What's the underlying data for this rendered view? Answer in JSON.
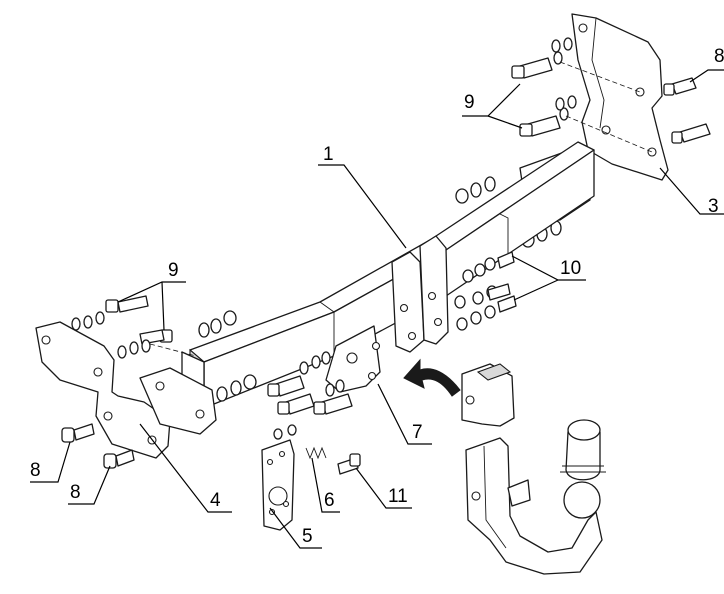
{
  "labels": {
    "l1": "1",
    "l3": "3",
    "l4": "4",
    "l5": "5",
    "l6": "6",
    "l7": "7",
    "l8_top": "8",
    "l8_a": "8",
    "l8_b": "8",
    "l9_top": "9",
    "l9_left": "9",
    "l10": "10",
    "l11": "11"
  }
}
